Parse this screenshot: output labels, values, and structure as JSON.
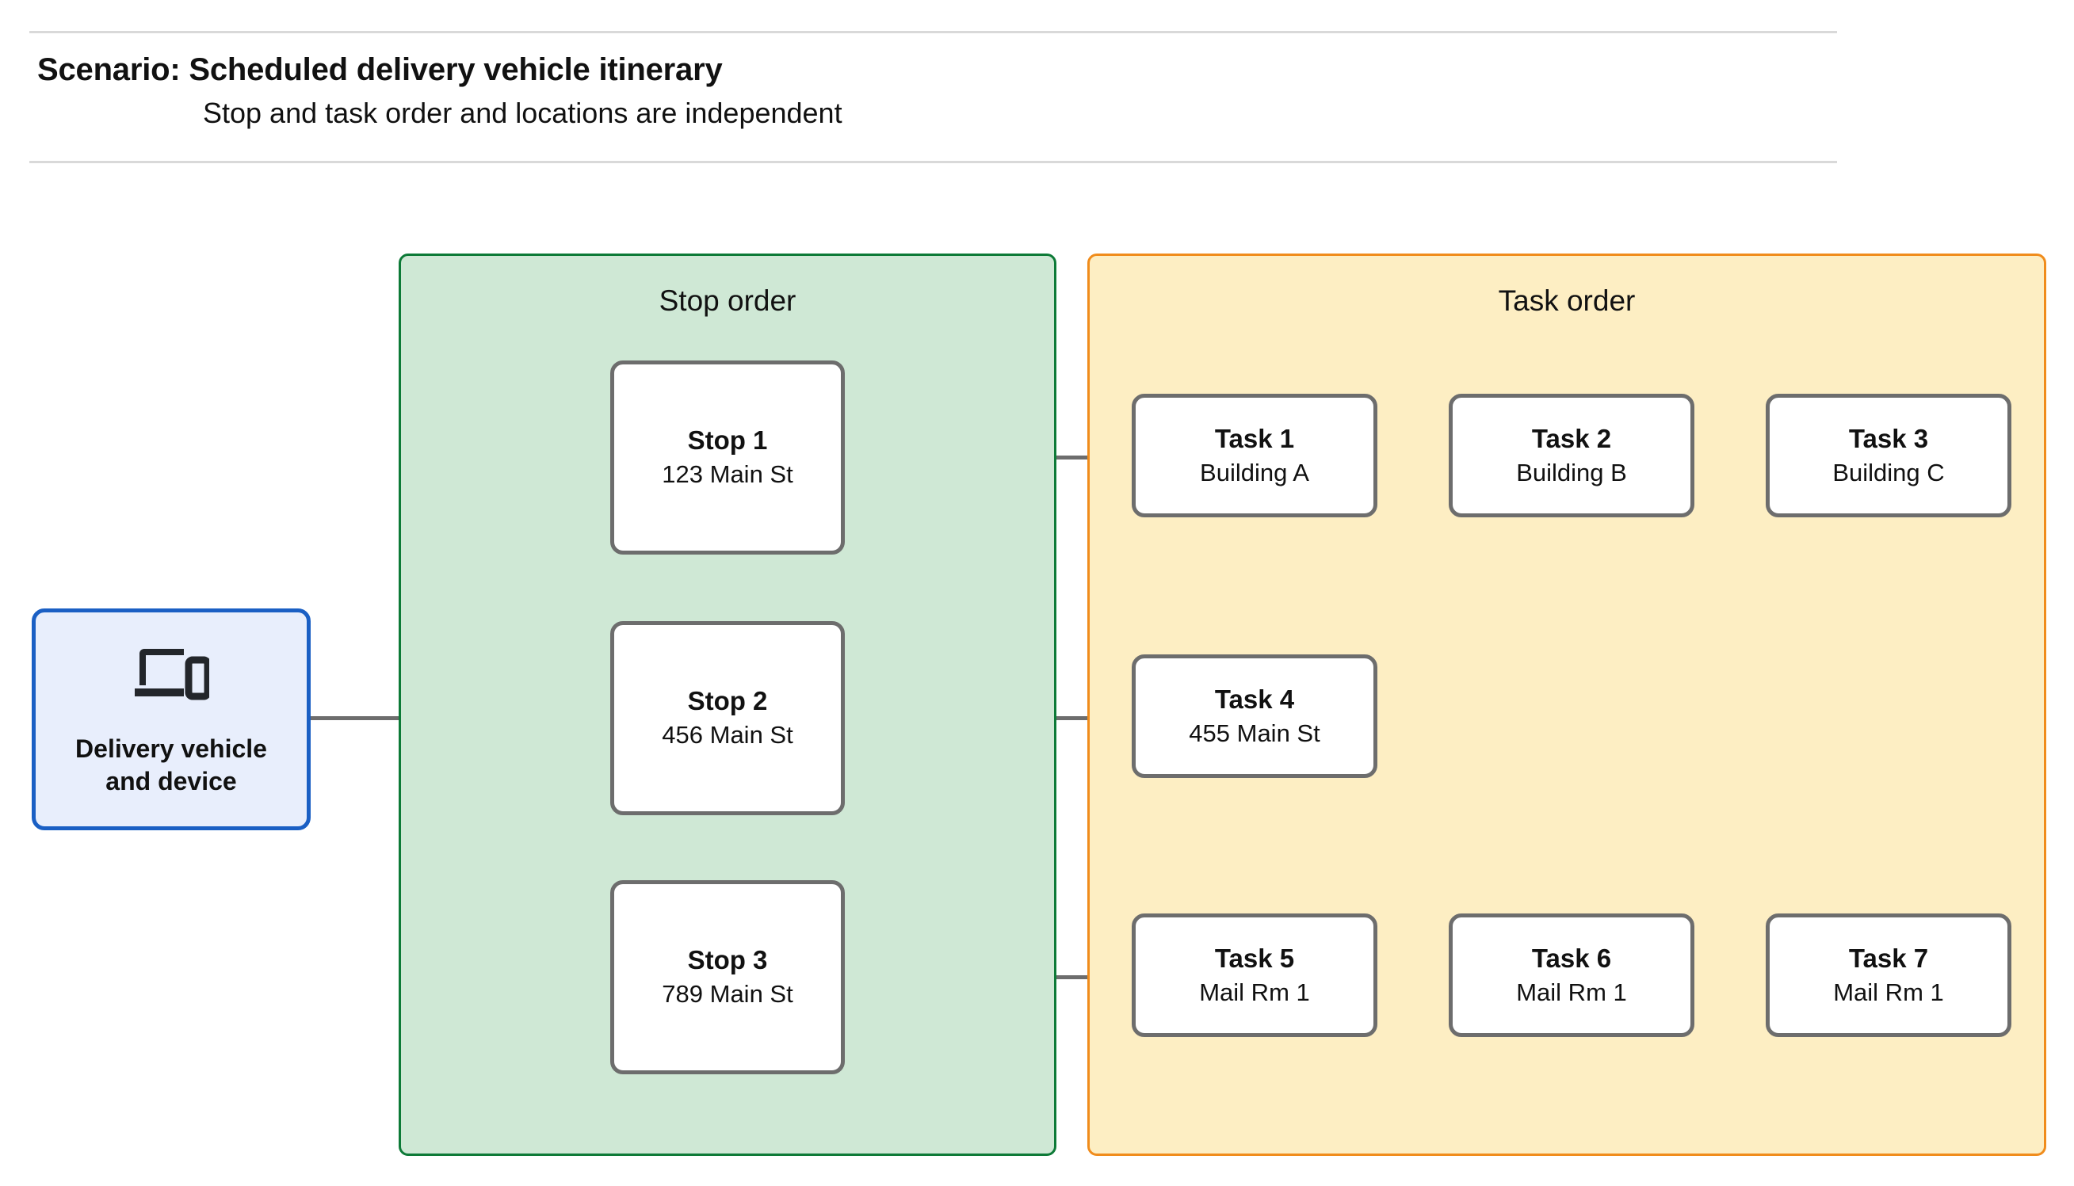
{
  "header": {
    "title": "Scenario: Scheduled delivery vehicle itinerary",
    "subtitle": "Stop and task order and locations are independent"
  },
  "vehicle": {
    "icon": "devices-icon",
    "label_line1": "Delivery vehicle",
    "label_line2": "and device",
    "border_color": "#1a5fc4",
    "fill_color": "#e8eefc"
  },
  "panels": {
    "stop": {
      "title": "Stop order",
      "fill_color": "#cfe8d5",
      "border_color": "#0d7a37"
    },
    "task": {
      "title": "Task order",
      "fill_color": "#fdeec3",
      "border_color": "#f08c1c"
    }
  },
  "stops": [
    {
      "title": "Stop 1",
      "location": "123 Main St"
    },
    {
      "title": "Stop 2",
      "location": "456 Main St"
    },
    {
      "title": "Stop 3",
      "location": "789 Main St"
    }
  ],
  "task_rows": [
    [
      {
        "title": "Task 1",
        "location": "Building A"
      },
      {
        "title": "Task 2",
        "location": "Building B"
      },
      {
        "title": "Task 3",
        "location": "Building C"
      }
    ],
    [
      {
        "title": "Task 4",
        "location": "455 Main St"
      }
    ],
    [
      {
        "title": "Task 5",
        "location": "Mail Rm 1"
      },
      {
        "title": "Task 6",
        "location": "Mail Rm 1"
      },
      {
        "title": "Task 7",
        "location": "Mail Rm 1"
      }
    ]
  ],
  "connector_color": "#6d6d6d"
}
